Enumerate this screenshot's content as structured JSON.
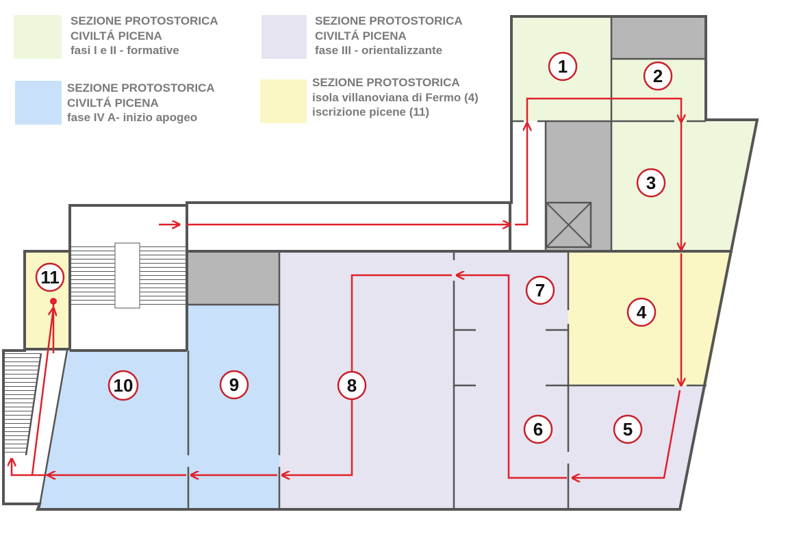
{
  "colors": {
    "phase_I_II": "#eef7dc",
    "phase_III": "#e6e4f0",
    "phase_IVA": "#c8e0f9",
    "yellow": "#fbf7c4",
    "service": "#b7b7b7",
    "wall": "#555555",
    "route": "#e0202a"
  },
  "legend": [
    {
      "lines": [
        "SEZIONE PROTOSTORICA",
        "CIVILTÁ PICENA",
        "fasi  I e II - formative"
      ]
    },
    {
      "lines": [
        "SEZIONE PROTOSTORICA",
        "CIVILTÁ PICENA",
        "fase III - orientalizzante"
      ]
    },
    {
      "lines": [
        "SEZIONE PROTOSTORICA",
        "CIVILTÁ PICENA",
        "fase IV A- inizio apogeo"
      ]
    },
    {
      "lines": [
        "SEZIONE PROTOSTORICA",
        "isola villanoviana di Fermo (4)",
        "iscrizione picene (11)"
      ]
    }
  ],
  "rooms": [
    "1",
    "2",
    "3",
    "4",
    "5",
    "6",
    "7",
    "8",
    "9",
    "10",
    "11"
  ]
}
